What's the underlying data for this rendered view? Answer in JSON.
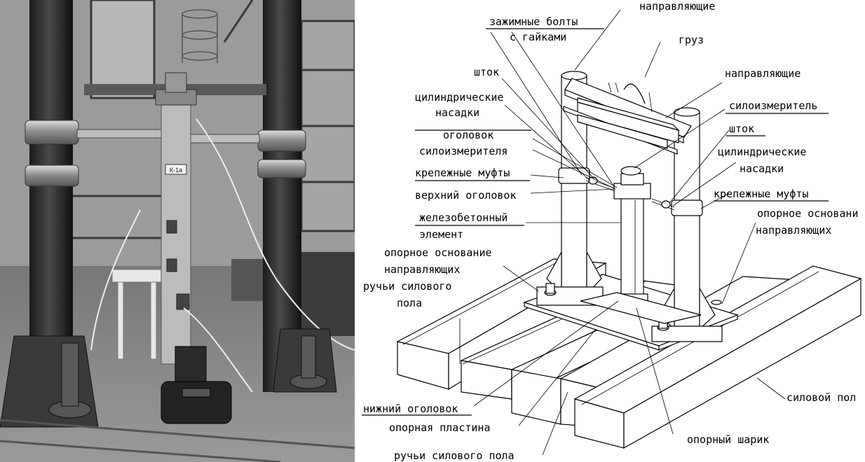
{
  "photo": {
    "description": "",
    "labels": {
      "device_tag": "К-1а"
    }
  },
  "diagram": {
    "labels": {
      "napr_top": "направляющие",
      "zazh_1": "зажимные болты",
      "zazh_2": "с гайками",
      "gruz": "груз",
      "shtok_left": "шток",
      "napr_right": "направляющие",
      "cyl_left_1": "цилиндрические",
      "cyl_left_2": "насадки",
      "silo_right": "силоизмеритель",
      "ogol_1": "оголовок",
      "ogol_2": "силоизмерителя",
      "shtok_right": "шток",
      "cyl_right_1": "цилиндрические",
      "cyl_right_2": "насадки",
      "kr_left": "крепежные муфты",
      "verh_ogol": "верхний оголовок",
      "kr_right": "крепежные муфты",
      "zhb_1": "железобетонный",
      "zhb_2": "элемент",
      "op_right_1": "опорное основани",
      "op_right_2": "направляющих",
      "op_left_1": "опорное основание",
      "op_left_2": "направляющих",
      "ruchi_1": "ручьи силового",
      "ruchi_2": "пола",
      "sil_pol": "силовой пол",
      "nizh_ogol": "нижний оголовок",
      "op_plast": "опорная пластина",
      "op_shar": "опорный шарик",
      "ruchi_bottom": "ручьи силового пола"
    }
  }
}
